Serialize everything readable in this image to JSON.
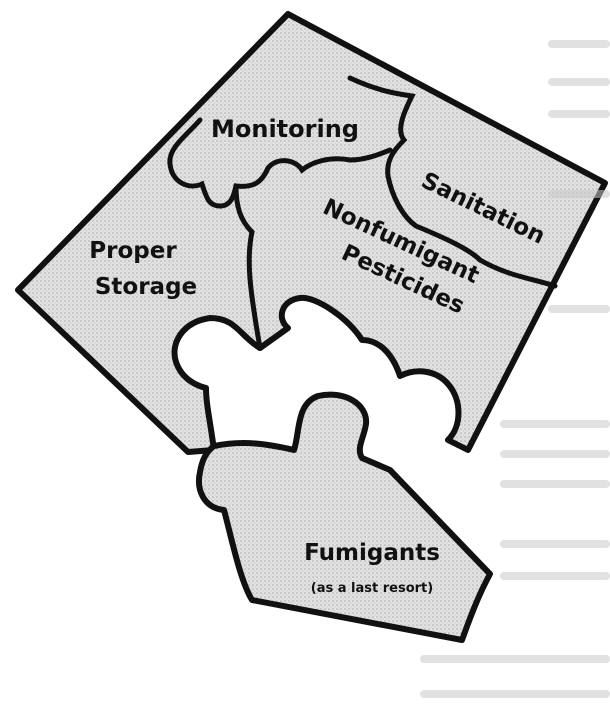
{
  "pieces": {
    "monitoring": "Monitoring",
    "sanitation": "Sanitation",
    "nonfumigant_line1": "Nonfumigant",
    "nonfumigant_line2": "Pesticides",
    "proper_line1": "Proper",
    "proper_line2": "Storage",
    "fumigants": "Fumigants",
    "fumigants_note": "(as a last resort)"
  },
  "colors": {
    "ink": "#111111",
    "piece_fill": "#d9d9d9",
    "paper": "#ffffff"
  }
}
